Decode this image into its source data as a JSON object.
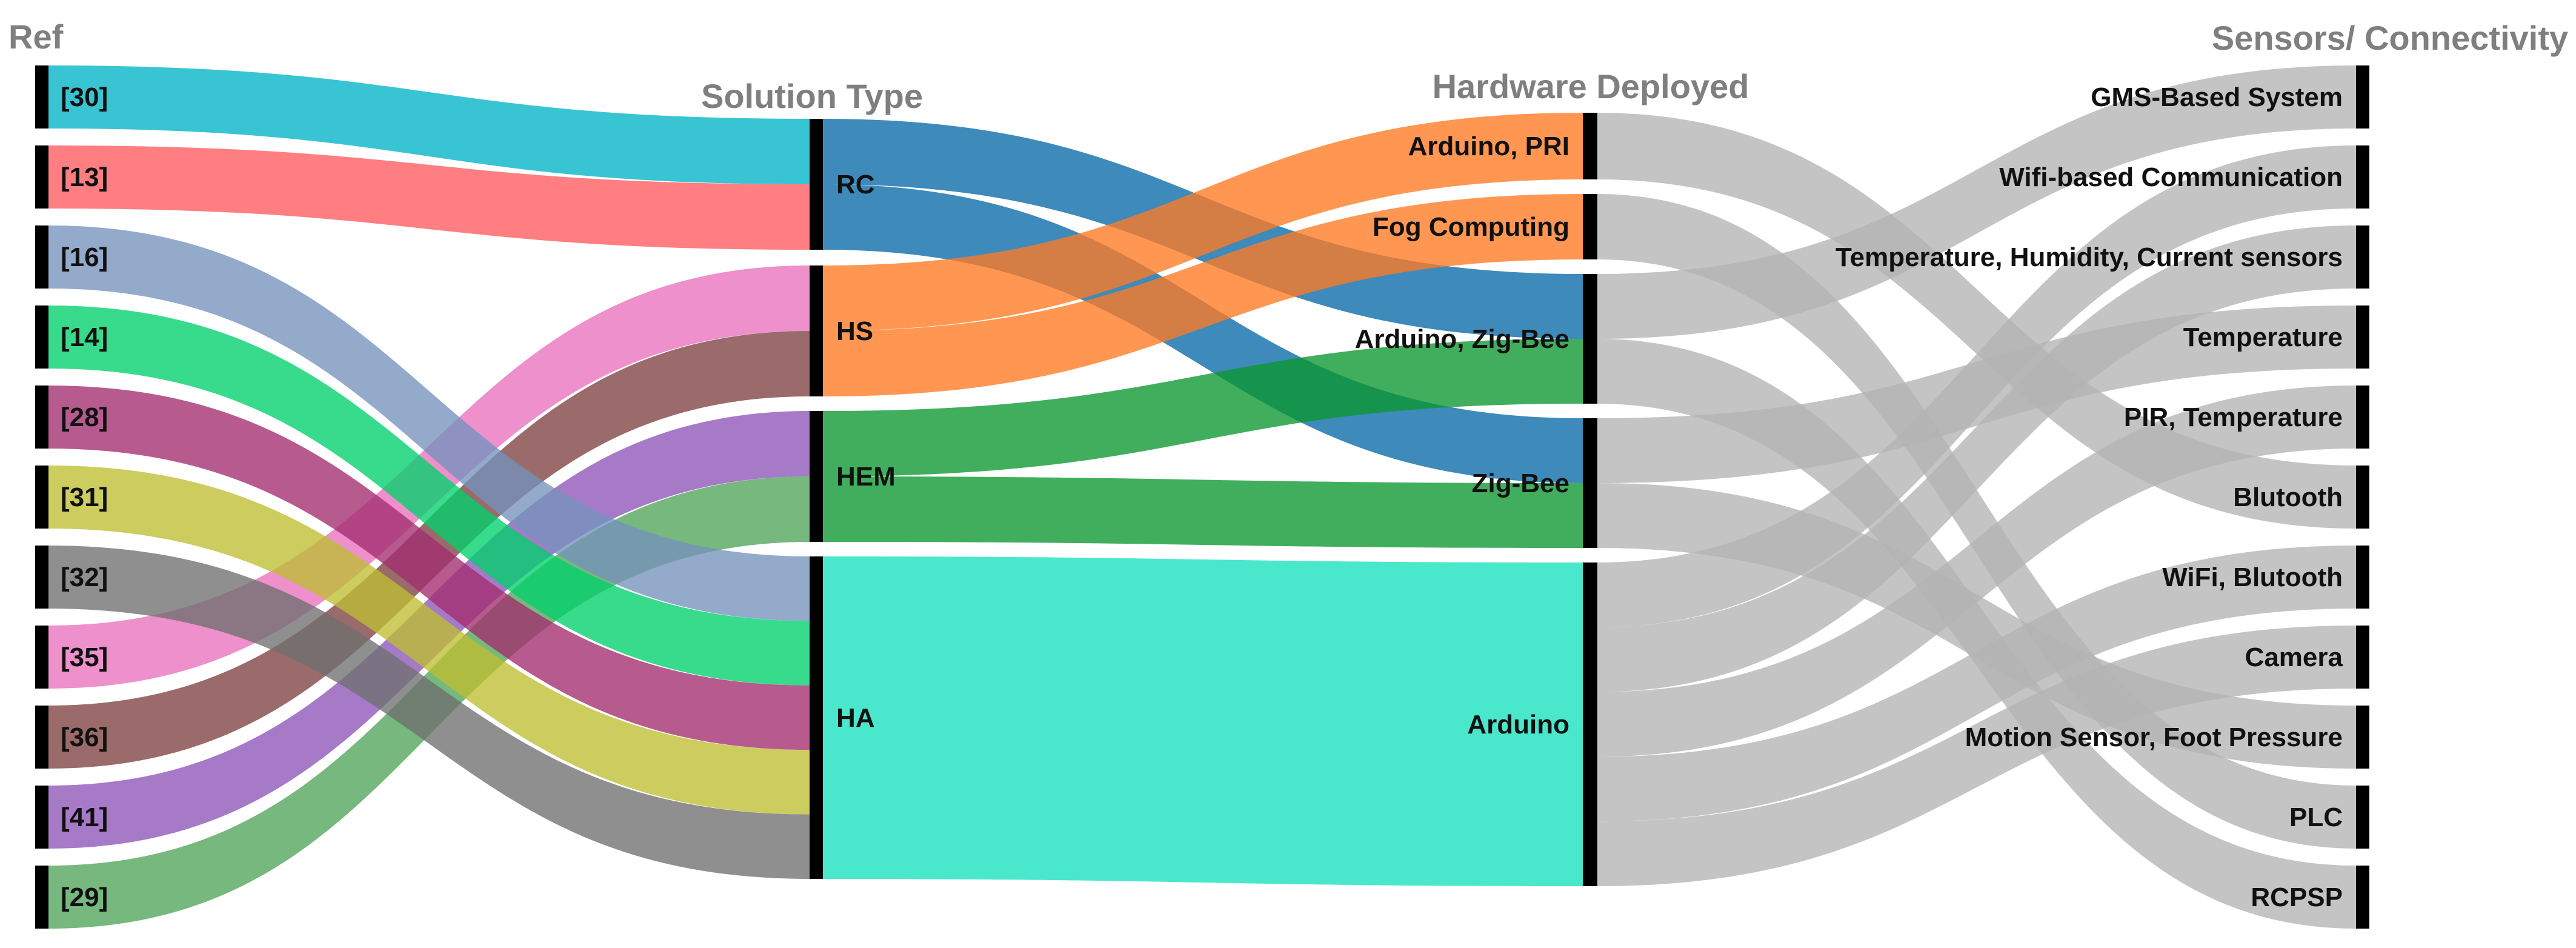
{
  "columns": {
    "ref": "Ref",
    "solution": "Solution Type",
    "hardware": "Hardware Deployed",
    "sensors": "Sensors/ Connectivity"
  },
  "ref_nodes": [
    {
      "id": "r30",
      "label": "[30]",
      "color": "#00b4c6"
    },
    {
      "id": "r13",
      "label": "[13]",
      "color": "#ff5a5f"
    },
    {
      "id": "r16",
      "label": "[16]",
      "color": "#7592bd"
    },
    {
      "id": "r14",
      "label": "[14]",
      "color": "#00d16b"
    },
    {
      "id": "r28",
      "label": "[28]",
      "color": "#a32d6f"
    },
    {
      "id": "r31",
      "label": "[31]",
      "color": "#bebe32"
    },
    {
      "id": "r32",
      "label": "[32]",
      "color": "#6f6f6f"
    },
    {
      "id": "r35",
      "label": "[35]",
      "color": "#e871bd"
    },
    {
      "id": "r36",
      "label": "[36]",
      "color": "#7d4140"
    },
    {
      "id": "r41",
      "label": "[41]",
      "color": "#8d55b7"
    },
    {
      "id": "r29",
      "label": "[29]",
      "color": "#4fa458"
    }
  ],
  "solution_nodes": [
    {
      "id": "RC",
      "label": "RC",
      "color": "#0869a8"
    },
    {
      "id": "HS",
      "label": "HS",
      "color": "#ff7a22"
    },
    {
      "id": "HEM",
      "label": "HEM",
      "color": "#0b972f"
    },
    {
      "id": "HA",
      "label": "HA",
      "color": "#16e1bf"
    }
  ],
  "hardware_nodes": [
    {
      "id": "ArdPRI",
      "label": "Arduino, PRI"
    },
    {
      "id": "Fog",
      "label": "Fog Computing"
    },
    {
      "id": "ArdZig",
      "label": "Arduino, Zig-Bee"
    },
    {
      "id": "Zig",
      "label": "Zig-Bee"
    },
    {
      "id": "Ard",
      "label": "Arduino"
    }
  ],
  "sensor_nodes": [
    {
      "id": "GMS",
      "label": "GMS-Based System"
    },
    {
      "id": "Wifi",
      "label": "Wifi-based Communication"
    },
    {
      "id": "THC",
      "label": "Temperature, Humidity, Current sensors"
    },
    {
      "id": "Temp",
      "label": "Temperature"
    },
    {
      "id": "PIR",
      "label": "PIR, Temperature"
    },
    {
      "id": "Blu",
      "label": "Blutooth"
    },
    {
      "id": "WiBlu",
      "label": "WiFi, Blutooth"
    },
    {
      "id": "Cam",
      "label": "Camera"
    },
    {
      "id": "Motion",
      "label": "Motion Sensor, Foot Pressure"
    },
    {
      "id": "PLC",
      "label": "PLC"
    },
    {
      "id": "RCPSP",
      "label": "RCPSP"
    }
  ],
  "links": {
    "ref_to_solution": [
      {
        "source": "r30",
        "target": "RC",
        "value": 1
      },
      {
        "source": "r13",
        "target": "RC",
        "value": 1
      },
      {
        "source": "r35",
        "target": "HS",
        "value": 1
      },
      {
        "source": "r36",
        "target": "HS",
        "value": 1
      },
      {
        "source": "r41",
        "target": "HEM",
        "value": 1
      },
      {
        "source": "r29",
        "target": "HEM",
        "value": 1
      },
      {
        "source": "r16",
        "target": "HA",
        "value": 1
      },
      {
        "source": "r14",
        "target": "HA",
        "value": 1
      },
      {
        "source": "r28",
        "target": "HA",
        "value": 1
      },
      {
        "source": "r31",
        "target": "HA",
        "value": 1
      },
      {
        "source": "r32",
        "target": "HA",
        "value": 1
      }
    ],
    "solution_to_hardware": [
      {
        "source": "RC",
        "target": "ArdZig",
        "value": 1
      },
      {
        "source": "RC",
        "target": "Zig",
        "value": 1
      },
      {
        "source": "HS",
        "target": "ArdPRI",
        "value": 1
      },
      {
        "source": "HS",
        "target": "Fog",
        "value": 1
      },
      {
        "source": "HEM",
        "target": "ArdZig",
        "value": 1
      },
      {
        "source": "HEM",
        "target": "Zig",
        "value": 1
      },
      {
        "source": "HA",
        "target": "Ard",
        "value": 5
      }
    ],
    "hardware_to_sensor": [
      {
        "source": "ArdPRI",
        "target": "Blu",
        "value": 1
      },
      {
        "source": "Fog",
        "target": "PLC",
        "value": 1
      },
      {
        "source": "ArdZig",
        "target": "GMS",
        "value": 1
      },
      {
        "source": "ArdZig",
        "target": "RCPSP",
        "value": 1
      },
      {
        "source": "Zig",
        "target": "Temp",
        "value": 1
      },
      {
        "source": "Zig",
        "target": "Motion",
        "value": 1
      },
      {
        "source": "Ard",
        "target": "Wifi",
        "value": 1
      },
      {
        "source": "Ard",
        "target": "THC",
        "value": 1
      },
      {
        "source": "Ard",
        "target": "PIR",
        "value": 1
      },
      {
        "source": "Ard",
        "target": "WiBlu",
        "value": 1
      },
      {
        "source": "Ard",
        "target": "Cam",
        "value": 1
      }
    ]
  },
  "link_colors": {
    "hardware_to_sensor": "#b4b4b4"
  }
}
